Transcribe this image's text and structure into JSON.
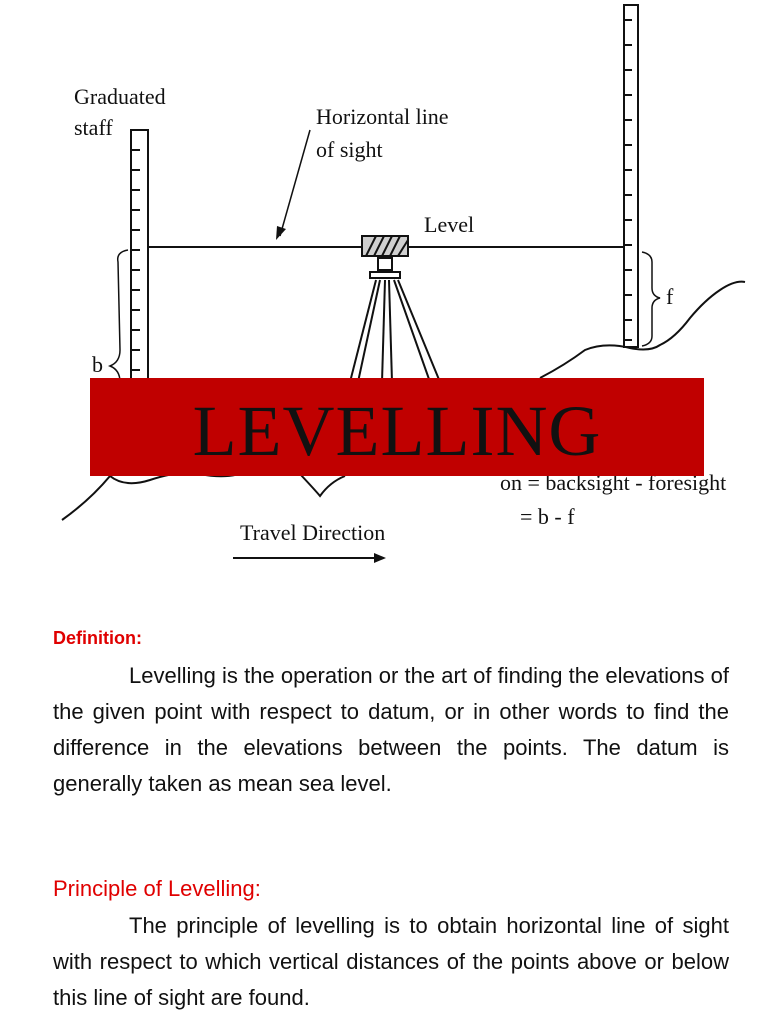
{
  "figure": {
    "label_graduated": "Graduated",
    "label_staff": "staff",
    "label_horizontal": "Horizontal line",
    "label_of_sight": "of sight",
    "label_level": "Level",
    "label_b": "b",
    "label_f": "f",
    "label_formula_1": "on = backsight - foresight",
    "label_formula_2": "= b - f",
    "label_travel": "Travel Direction"
  },
  "banner": {
    "title": "LEVELLING"
  },
  "definition": {
    "heading": "Definition:",
    "body": "Levelling is the operation or the art of finding the elevations of the given point with respect to datum, or in other words to find the difference in the elevations between the points. The datum is generally taken as mean sea level."
  },
  "principle": {
    "heading": "Principle of Levelling:",
    "body": "The principle of levelling is to obtain horizontal line of sight with respect to which vertical distances of the points above or below this line of sight are found."
  }
}
